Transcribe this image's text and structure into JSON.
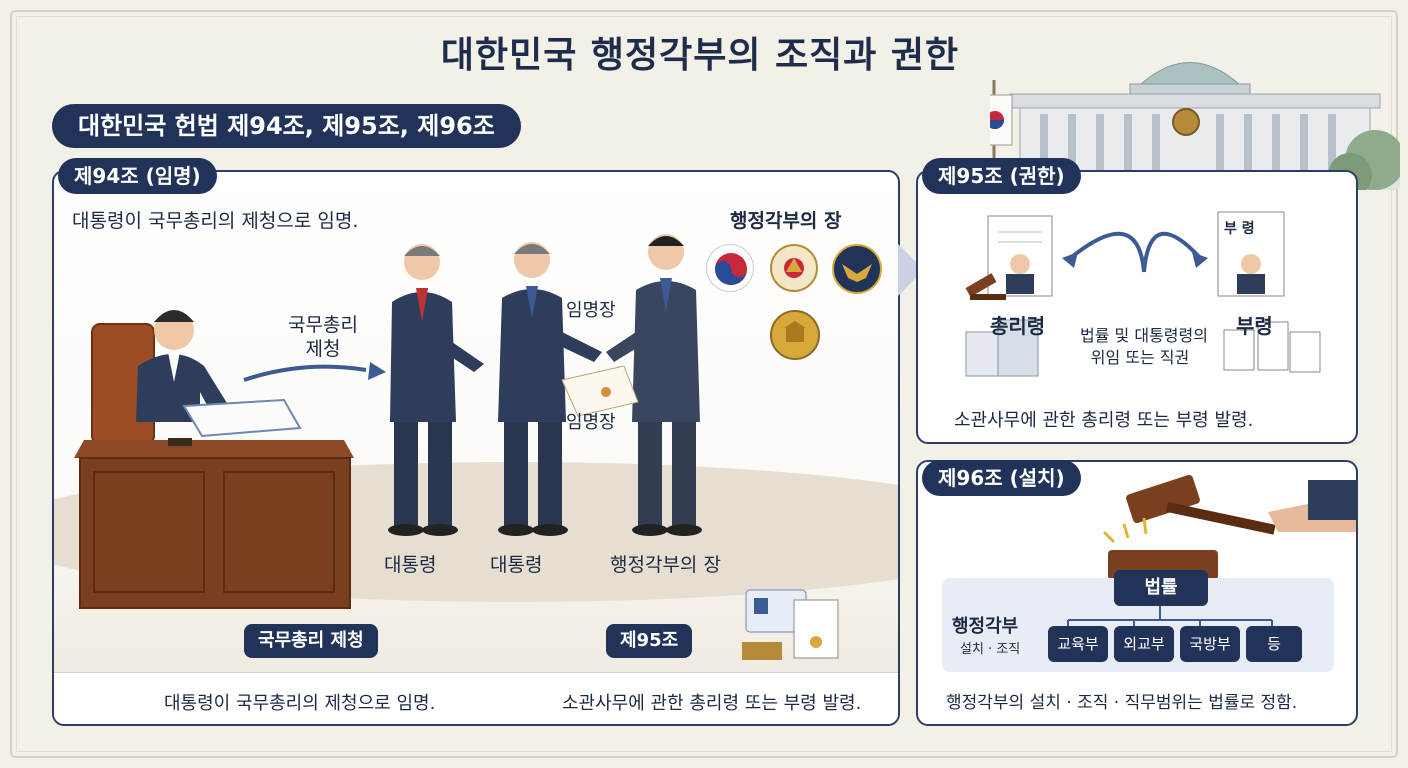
{
  "page": {
    "title": "대한민국 행정각부의 조직과 권한",
    "subtitle": "대한민국 헌법 제94조, 제95조, 제96조"
  },
  "colors": {
    "navy": "#22335a",
    "background": "#f3f0e8",
    "accent_blue": "#3c5a94"
  },
  "article94": {
    "tag": "제94조 (임명)",
    "description": "대통령이 국무총리의 제청으로 임명.",
    "arrow_label_line1": "국무총리",
    "arrow_label_line2": "제청",
    "heads_label": "행정각부의 장",
    "certificate_label_top": "임명장",
    "certificate_label_bottom": "임명장",
    "figure_label_1": "대통령",
    "figure_label_2": "대통령",
    "figure_label_3": "행정각부의 장",
    "pill_left": "국무총리 제청",
    "pill_right": "제95조",
    "bottom_left": "대통령이 국무총리의 제청으로 임명.",
    "bottom_right": "소관사무에 관한 총리령 또는 부령 발령.",
    "emblem_icons": [
      "taegeuk-emblem-icon",
      "police-emblem-icon",
      "eagle-emblem-icon",
      "government-seal-icon"
    ]
  },
  "article95": {
    "tag": "제95조 (권한)",
    "left_label": "총리령",
    "right_label": "부령",
    "doc_header": "부 령",
    "center_line1": "법률 및 대통령령의",
    "center_line2": "위임 또는 직권",
    "description": "소관사무에 관한 총리령 또는 부령 발령."
  },
  "article96": {
    "tag": "제96조 (설치)",
    "law_label": "법률",
    "org_label": "행정각부",
    "org_sub": "설치 · 조직",
    "ministries": [
      "교육부",
      "외교부",
      "국방부",
      "등"
    ],
    "description": "행정각부의 설치 · 조직 · 직무범위는 법률로 정함."
  }
}
